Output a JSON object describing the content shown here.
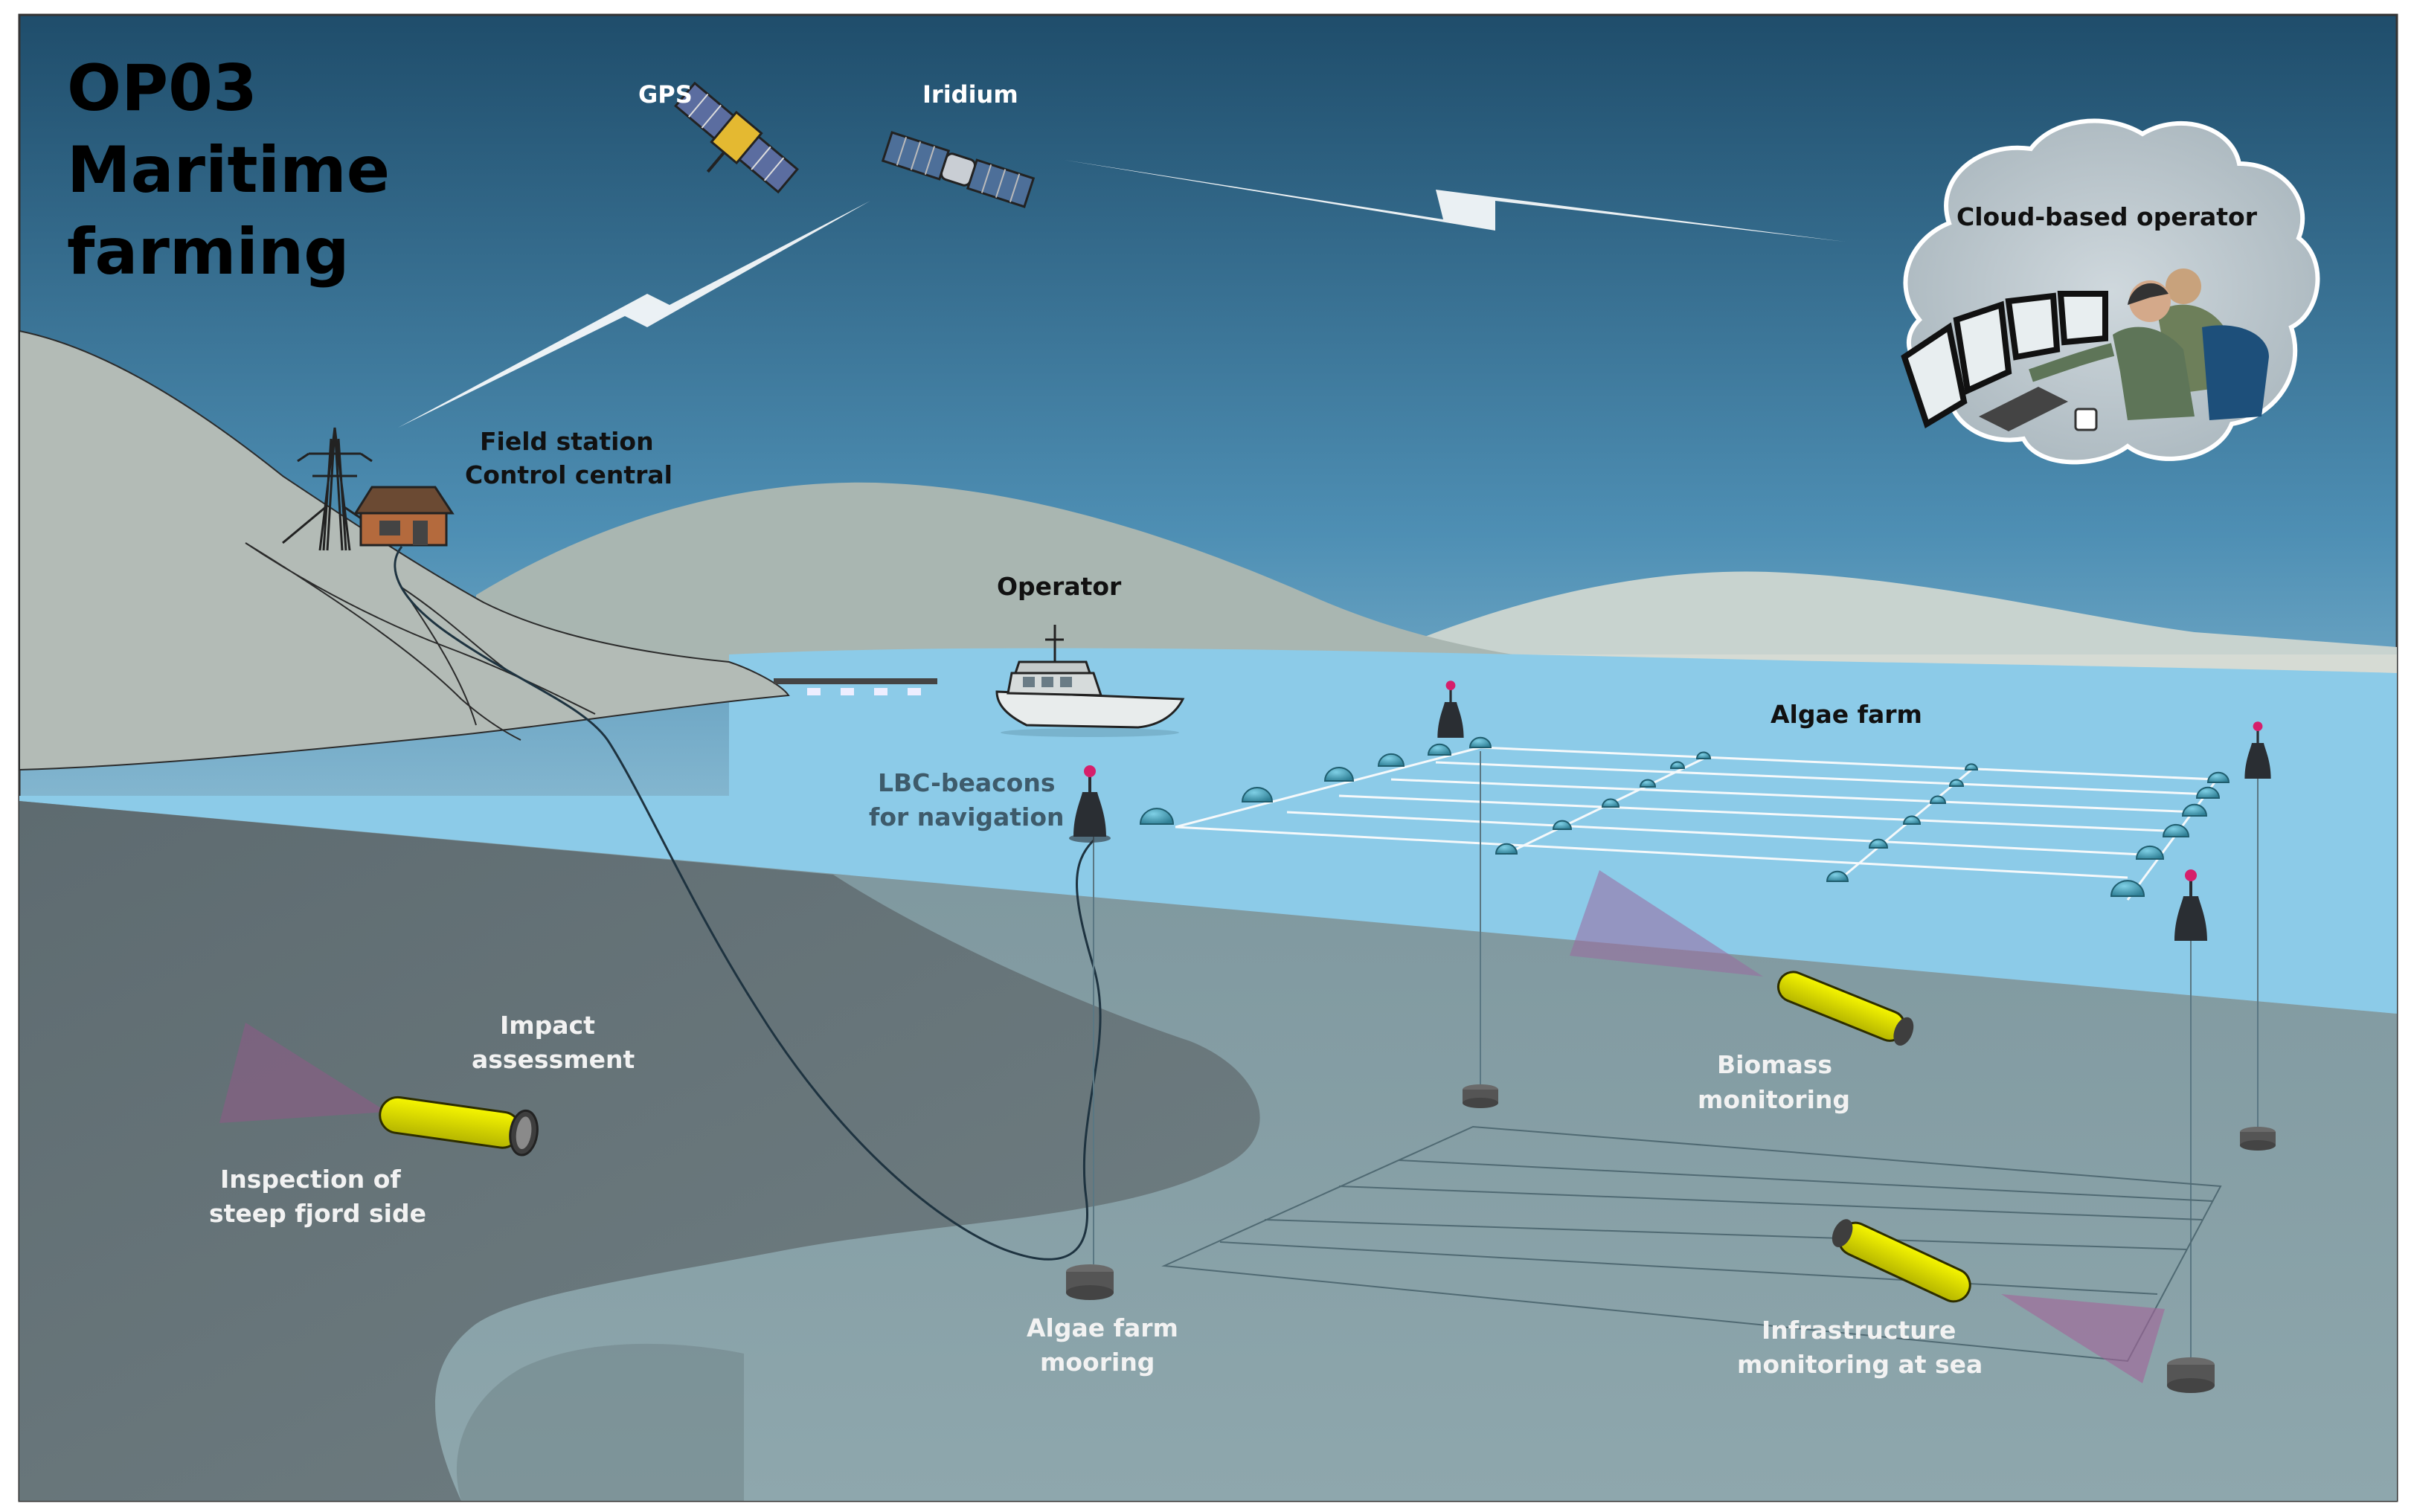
{
  "title": {
    "line1": "OP03",
    "line2": "Maritime",
    "line3": "farming"
  },
  "labels": {
    "gps": "GPS",
    "iridium": "Iridium",
    "cloud_operator": "Cloud-based operator",
    "field_station_1": "Field station",
    "field_station_2": "Control central",
    "operator": "Operator",
    "algae_farm": "Algae farm",
    "lbc_1": "LBC-beacons",
    "lbc_2": "for navigation",
    "impact_1": "Impact",
    "impact_2": "assessment",
    "inspection_1": "Inspection of",
    "inspection_2": "steep fjord side",
    "biomass_1": "Biomass",
    "biomass_2": "monitoring",
    "mooring_1": "Algae farm",
    "mooring_2": "mooring",
    "infra_1": "Infrastructure",
    "infra_2": "monitoring at sea"
  },
  "icons": [
    "gps-satellite-icon",
    "iridium-satellite-icon",
    "radio-link-icon",
    "power-mast-icon",
    "field-station-house-icon",
    "boat-icon",
    "beacon-buoy-icon",
    "auv-icon",
    "mooring-weight-icon",
    "cloud-operator-icon"
  ],
  "colors": {
    "sky_top": "#1f4d6b",
    "sky_bottom": "#ffffff",
    "sea_surface": "#8ccbe8",
    "underwater": "#7d9aa2",
    "seabed": "#5a6d72",
    "hill": "#a3b0a9",
    "auv": "#e2e200",
    "sonar": "#9a6a8f",
    "buoy": "#3f9fb8"
  }
}
